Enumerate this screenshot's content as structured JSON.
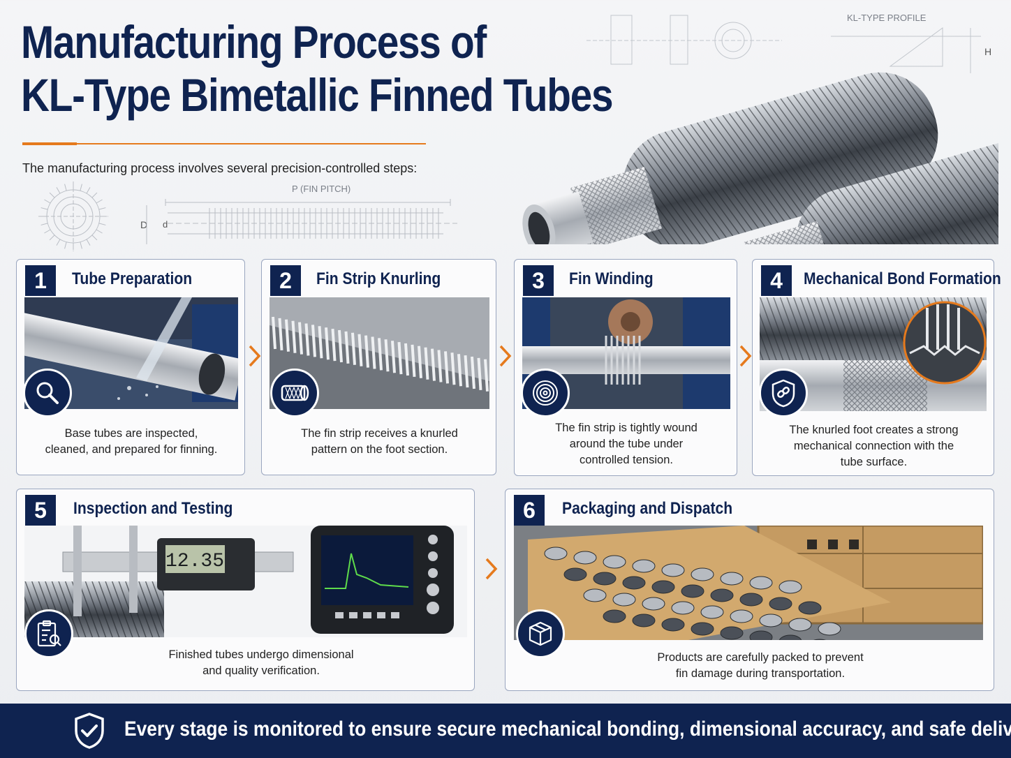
{
  "title": {
    "line1": "Manufacturing Process of",
    "line2": "KL-Type Bimetallic Finned Tubes"
  },
  "intro": "The manufacturing process involves several precision-controlled steps:",
  "drawing": {
    "fin_pitch_label": "P (FIN PITCH)",
    "outer_diameter_label": "D",
    "inner_diameter_label": "d",
    "profile_label": "KL-TYPE PROFILE",
    "height_label": "H"
  },
  "steps": [
    {
      "number": "1",
      "title": "Tube Preparation",
      "description": [
        "Base tubes are inspected,",
        "cleaned, and prepared for finning."
      ],
      "icon": "magnifier-icon"
    },
    {
      "number": "2",
      "title": "Fin Strip Knurling",
      "description": [
        "The fin strip receives a knurled",
        "pattern on the foot section."
      ],
      "icon": "knurled-strip-icon"
    },
    {
      "number": "3",
      "title": "Fin Winding",
      "description": [
        "The fin strip is tightly wound",
        "around the tube under",
        "controlled tension."
      ],
      "icon": "spiral-icon"
    },
    {
      "number": "4",
      "title": "Mechanical Bond Formation",
      "description": [
        "The knurled foot creates a strong",
        "mechanical connection with the",
        "tube surface."
      ],
      "icon": "shield-link-icon"
    },
    {
      "number": "5",
      "title": "Inspection and Testing",
      "description": [
        "Finished tubes undergo dimensional",
        "and quality verification."
      ],
      "icon": "checklist-icon"
    },
    {
      "number": "6",
      "title": "Packaging and Dispatch",
      "description": [
        "Products are carefully packed to prevent",
        "fin damage during transportation."
      ],
      "icon": "box-icon"
    }
  ],
  "caliper_reading": "12.35",
  "footer": "Every stage is monitored to ensure secure mechanical bonding, dimensional accuracy, and safe delivery.",
  "colors": {
    "navy": "#0f2350",
    "accent": "#e57a1d",
    "border": "#9aa6bf"
  }
}
